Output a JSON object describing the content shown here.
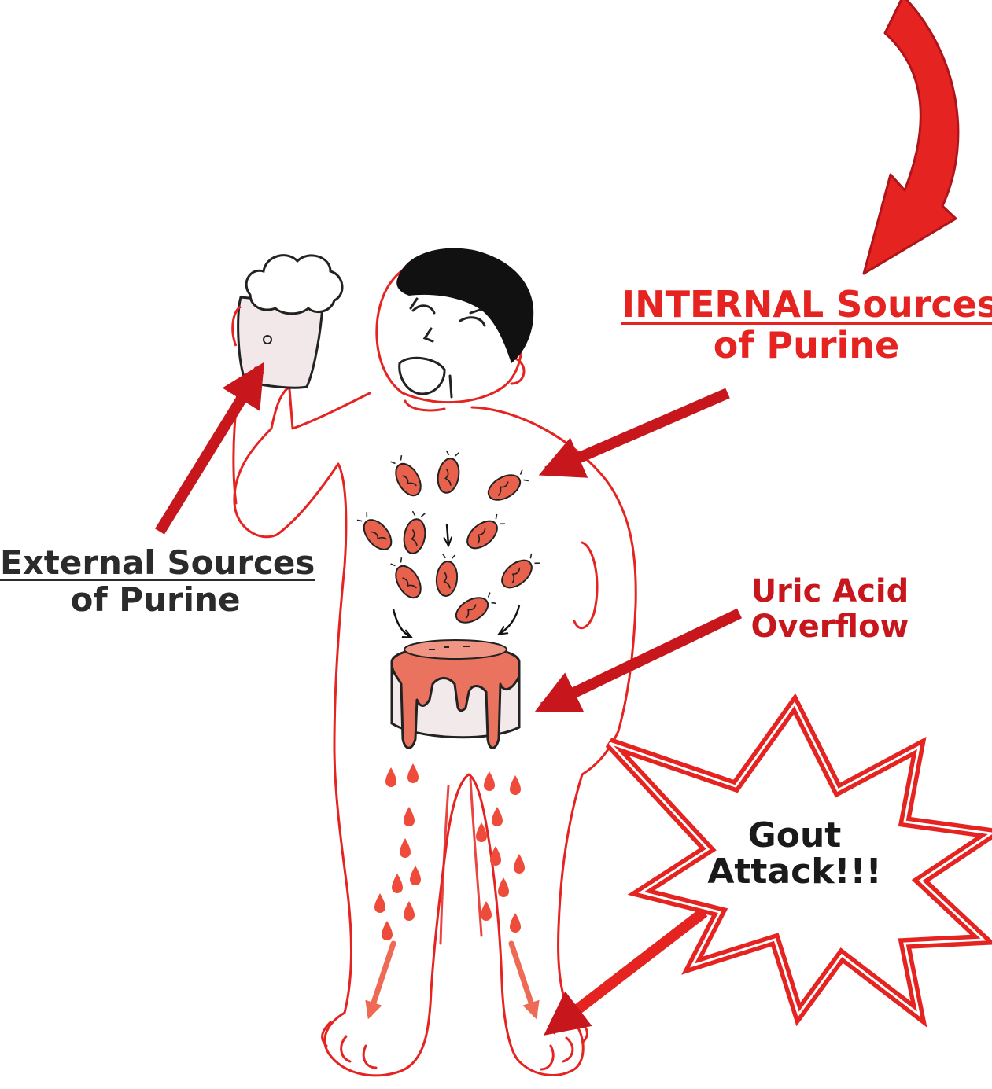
{
  "labels": {
    "internal": {
      "line1": "INTERNAL Sources",
      "line2": "of Purine"
    },
    "external": {
      "line1": "External Sources",
      "line2": "of Purine"
    },
    "uric": {
      "line1": "Uric Acid",
      "line2": "Overflow"
    },
    "gout": {
      "line1": "Gout",
      "line2": "Attack!!!"
    }
  },
  "colors": {
    "body_outline": "#e52421",
    "arrow": "#c8161d",
    "curved_arrow": "#e52421",
    "purine_particle": "#e8614c",
    "uric_acid": "#e9735f",
    "container_face": "#f1e9ea",
    "hair": "#111111",
    "beer_glass": "#f2e8ea"
  },
  "icons": [
    "beer-mug-icon",
    "purine-particle-icon",
    "uric-acid-pot-icon",
    "droplet-icon",
    "starburst-icon"
  ]
}
